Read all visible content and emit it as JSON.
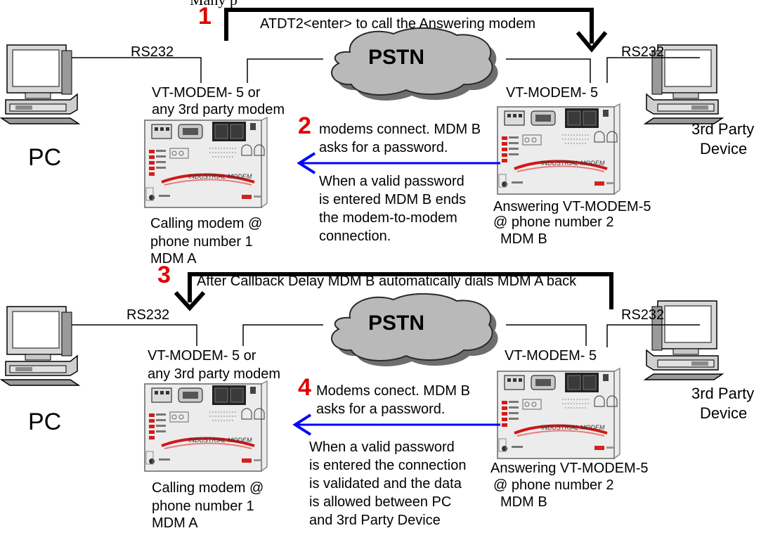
{
  "colors": {
    "step": "#e00000",
    "arrow_blue": "#0000ff",
    "cloud": "#b4b4b4",
    "device": "#ececec"
  },
  "top_cut": "Many p",
  "panels": [
    {
      "step_a": "1",
      "step_a_text": "ATDT2<enter>  to call the Answering modem",
      "pc_label": "PC",
      "rs232_left": "RS232",
      "rs232_right": "RS232",
      "pstn": "PSTN",
      "calling_model_lines": [
        "VT-MODEM- 5  or",
        "any 3rd party modem"
      ],
      "answer_model": "VT-MODEM- 5",
      "step_b": "2",
      "step_b_lines": [
        "modems connect.  MDM B",
        "asks for a password."
      ],
      "detail_lines": [
        "When a valid password",
        "is entered MDM B ends",
        "the modem-to-modem",
        "connection."
      ],
      "calling_caption": [
        "Calling modem @",
        "phone number 1",
        "MDM A"
      ],
      "answer_caption": [
        "Answering VT-MODEM-5",
        "@ phone number 2",
        "MDM B"
      ],
      "device_label": [
        "3rd Party",
        "Device"
      ]
    },
    {
      "step_a": "3",
      "step_a_text": "After Callback Delay MDM B  automatically  dials MDM A back",
      "pc_label": "PC",
      "rs232_left": "RS232",
      "rs232_right": "RS232",
      "pstn": "PSTN",
      "calling_model_lines": [
        "VT-MODEM- 5  or",
        "any 3rd party modem"
      ],
      "answer_model": "VT-MODEM- 5",
      "step_b": "4",
      "step_b_lines": [
        "Modems conect. MDM B",
        "asks for a password."
      ],
      "detail_lines": [
        "When a valid password",
        "is entered the connection",
        "is validated and the data",
        "is allowed between PC",
        "and 3rd Party Device"
      ],
      "calling_caption": [
        "Calling modem @",
        "phone number 1",
        "MDM A"
      ],
      "answer_caption": [
        "Answering VT-MODEM-5",
        "@ phone number 2",
        "MDM B"
      ],
      "device_label": [
        "3rd Party",
        "Device"
      ]
    }
  ],
  "modem_face_text": "INDUSTRIAL MODEM"
}
